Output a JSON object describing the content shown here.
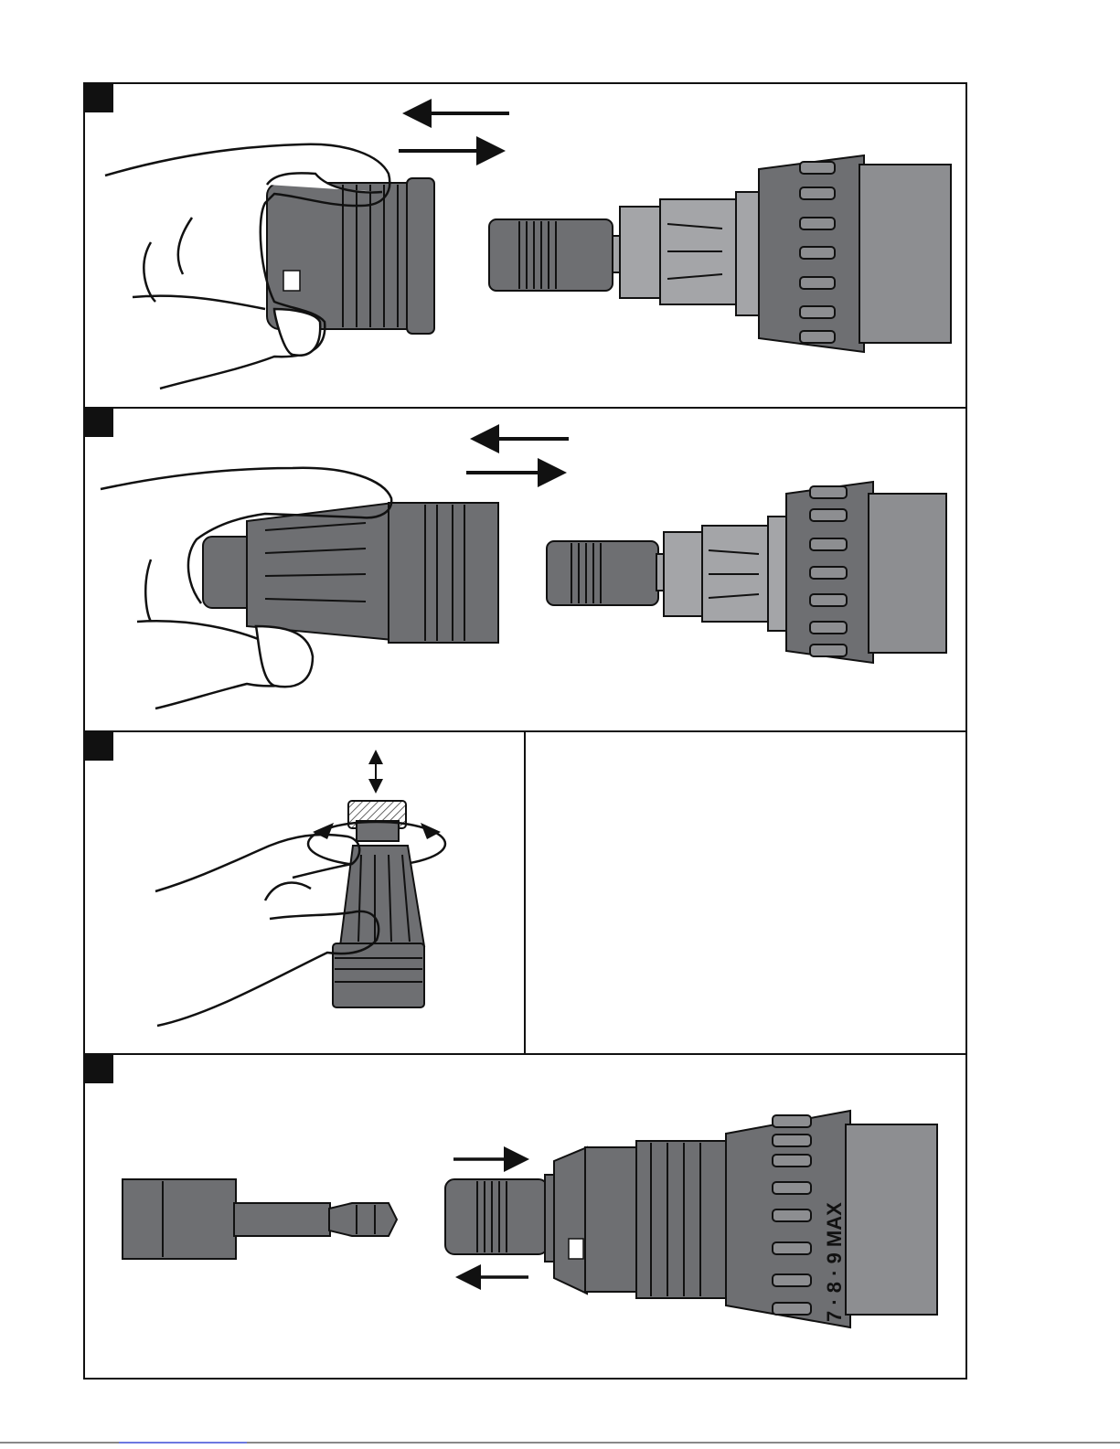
{
  "figure": {
    "panels": [
      {
        "id": "panel-1",
        "number_box": ""
      },
      {
        "id": "panel-2",
        "number_box": ""
      },
      {
        "id": "panel-3",
        "number_box": ""
      },
      {
        "id": "panel-4",
        "number_box": ""
      }
    ],
    "dial_markings": "7 · 8 · 9 MAX"
  },
  "colors": {
    "dark_part": "#6e6f72",
    "light_part": "#a4a5a8",
    "outline": "#111111",
    "background": "#ffffff",
    "footer_rule": "#3b4bd6"
  }
}
